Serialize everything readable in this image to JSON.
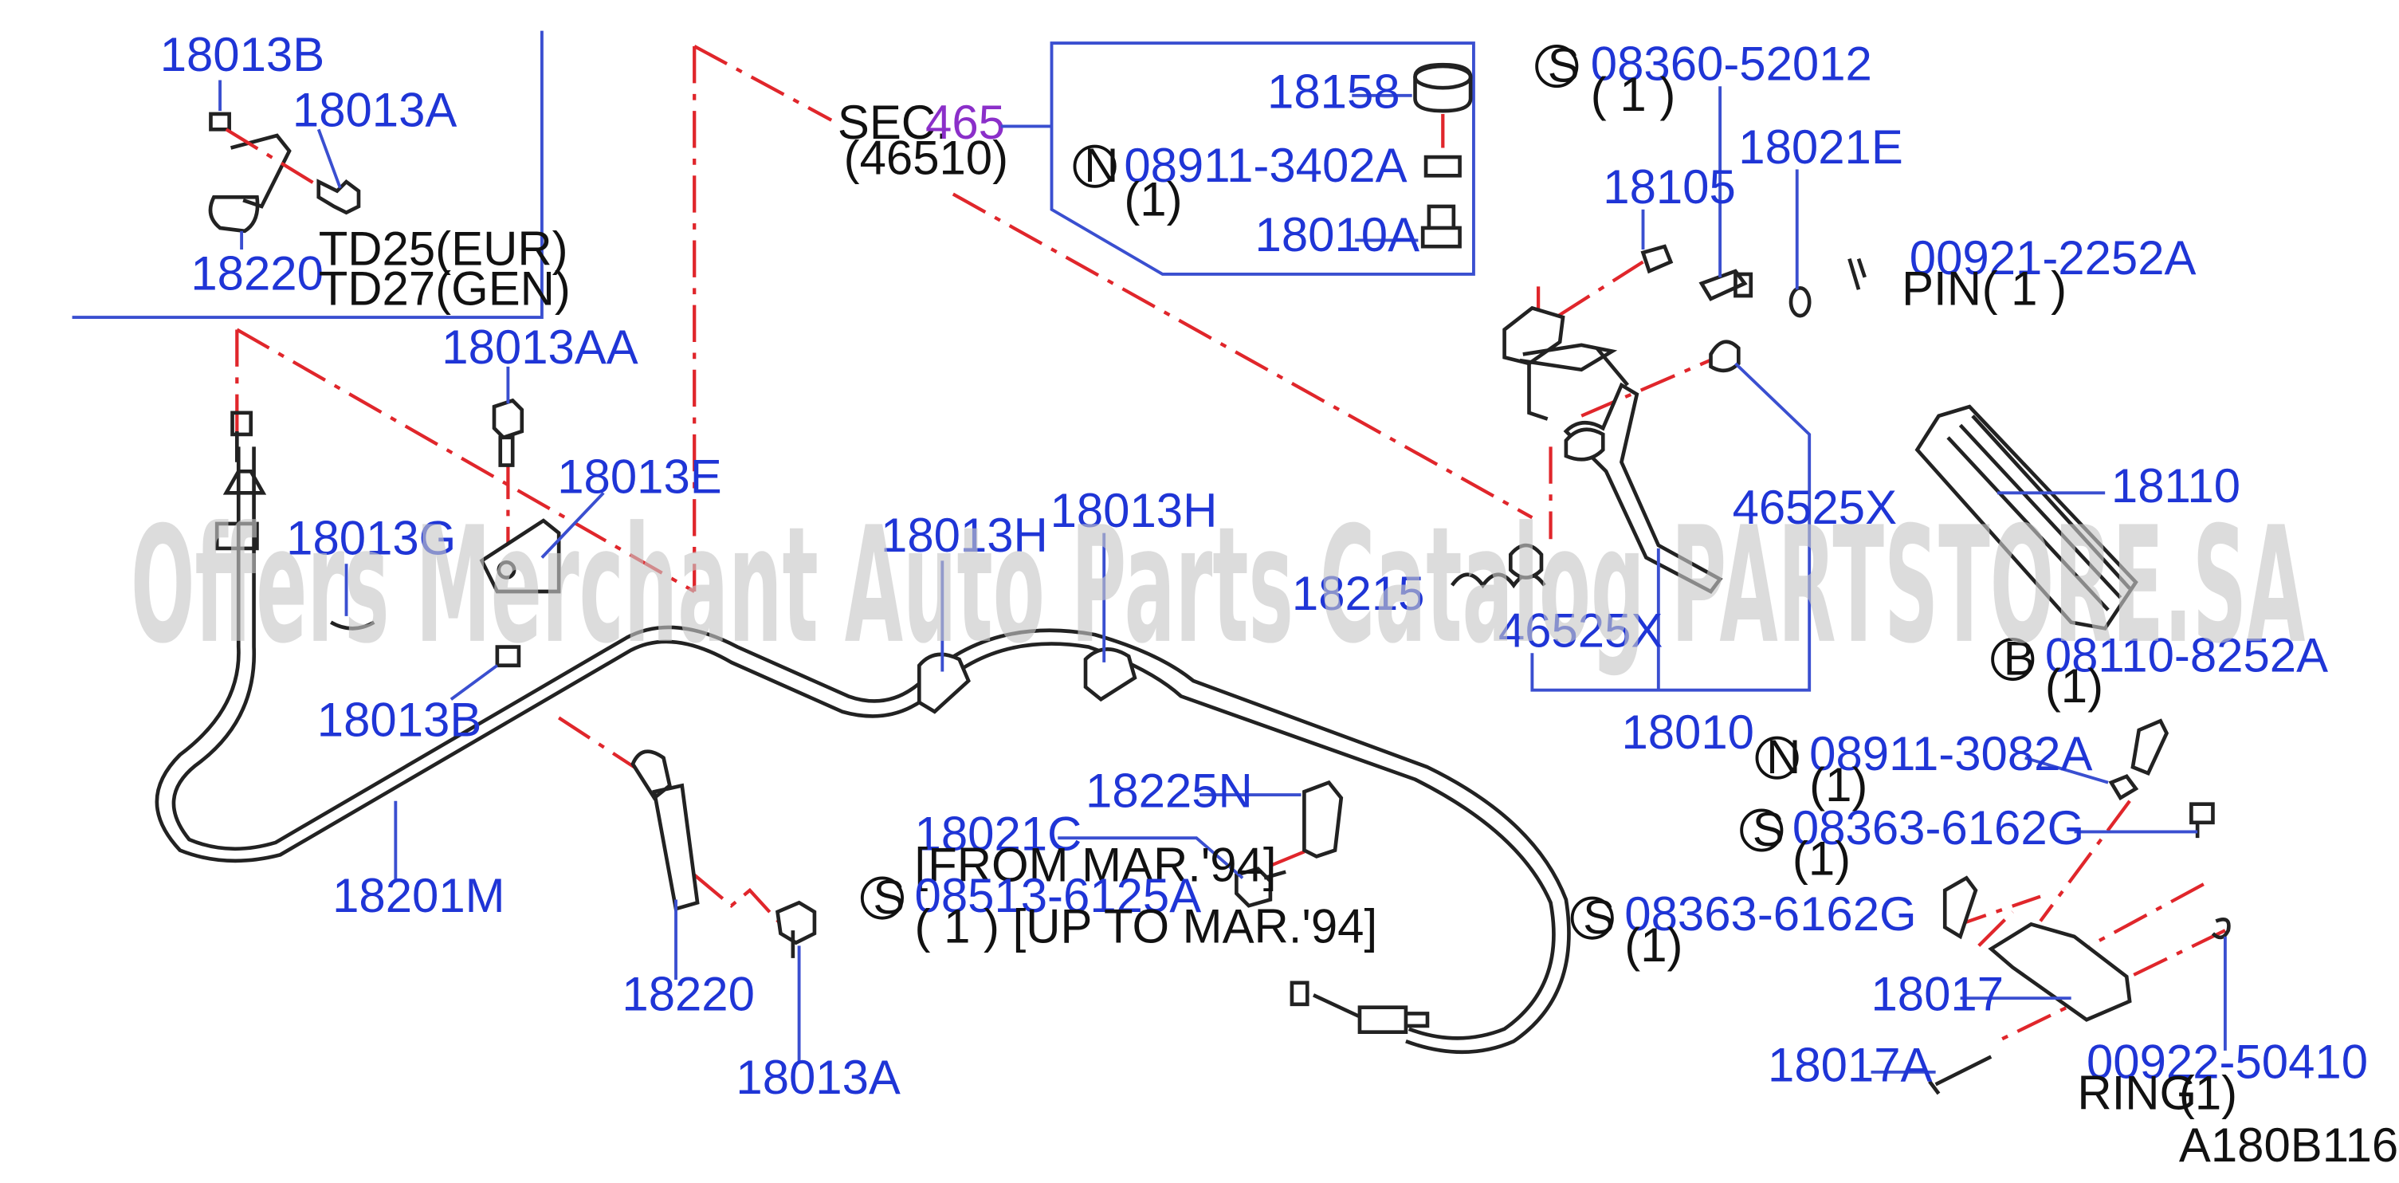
{
  "watermark": "Offers Merchant Auto Parts Catalog PARTSTORE.SA",
  "diagram_code": "A180B116",
  "colors": {
    "part_number": "#1f35d6",
    "leader": "#3a4fd0",
    "phantom_line": "#e0262b",
    "section_number": "#8b2fc9",
    "text": "#111111"
  },
  "inset": {
    "labels": {
      "p18013B": "18013B",
      "p18013A": "18013A",
      "p18220": "18220",
      "engine1": "TD25(EUR)",
      "engine2": "TD27(GEN)"
    }
  },
  "section_ref": {
    "prefix": "SEC.",
    "number": "465",
    "code": "(46510)"
  },
  "box": {
    "p18158": "18158",
    "p18010A": "18010A",
    "nut_symbol": "N",
    "nut_part": "08911-3402A",
    "nut_qty": "(1)"
  },
  "labels": {
    "p18013AA": "18013AA",
    "p18013E": "18013E",
    "p18013G": "18013G",
    "p18013B_main": "18013B",
    "p18013H_1": "18013H",
    "p18013H_2": "18013H",
    "p18201M": "18201M",
    "p18220_main": "18220",
    "p18013A_main": "18013A",
    "p18225N": "18225N",
    "p18021C": "18021C",
    "from_note": "[FROM  MAR.'94]",
    "s08513_symbol": "S",
    "s08513_part": "08513-6125A",
    "up_to_note": "( 1 )  [UP  TO  MAR.'94]",
    "s08363_a_symbol": "S",
    "s08363_a_part": "08363-6162G",
    "s08363_a_qty": "(1)",
    "s08360_symbol": "S",
    "s08360_part": "08360-52012",
    "s08360_qty": "( 1 )",
    "p18021E": "18021E",
    "p18105": "18105",
    "pin_part": "00921-2252A",
    "pin_desc": "PIN",
    "pin_qty": "( 1 )",
    "p46525X": "46525X",
    "p18215": "18215",
    "p46525X_hidden": "46525X",
    "p18010": "18010",
    "p18110": "18110",
    "b08110_symbol": "B",
    "b08110_part": "08110-8252A",
    "b08110_qty": "(1)",
    "n08911_symbol": "N",
    "n08911_part": "08911-3082A",
    "n08911_qty": "(1)",
    "s08363_b_symbol": "S",
    "s08363_b_part": "08363-6162G",
    "s08363_b_qty": "(1)",
    "p18017": "18017",
    "p18017A": "18017A",
    "ring_part": "00922-50410",
    "ring_desc": "RING",
    "ring_qty": "(1)"
  }
}
